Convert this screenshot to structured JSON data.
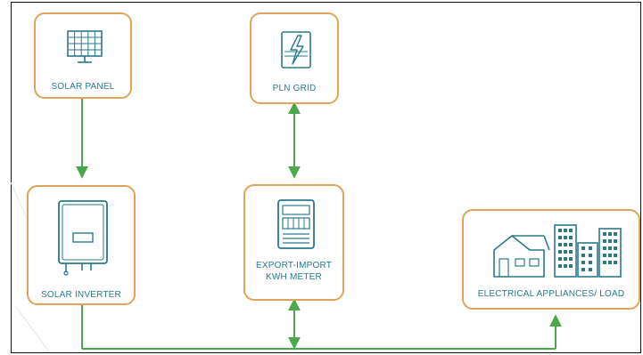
{
  "diagram": {
    "nodes": {
      "solar_panel": {
        "label": "SOLAR PANEL",
        "icon": "solar-panel-icon"
      },
      "pln_grid": {
        "label": "PLN GRID",
        "icon": "power-grid-icon"
      },
      "solar_inverter": {
        "label": "SOLAR INVERTER",
        "icon": "inverter-icon"
      },
      "kwh_meter": {
        "label_line1": "EXPORT-IMPORT",
        "label_line2": "KWH METER",
        "icon": "kwh-meter-icon"
      },
      "load": {
        "label": "ELECTRICAL APPLIANCES/ LOAD",
        "icon": "buildings-icon"
      }
    },
    "edges": [
      {
        "from": "solar_panel",
        "to": "solar_inverter",
        "direction": "one-way"
      },
      {
        "from": "pln_grid",
        "to": "kwh_meter",
        "direction": "two-way"
      },
      {
        "from": "solar_inverter",
        "to": "load",
        "direction": "one-way",
        "via": "bus"
      },
      {
        "from": "kwh_meter",
        "to": "bus",
        "direction": "two-way"
      }
    ],
    "colors": {
      "box_border": "#e0a35a",
      "connector": "#4aa84a",
      "icon_stroke": "#2a7a8a",
      "label_text": "#2a7a8a"
    }
  }
}
